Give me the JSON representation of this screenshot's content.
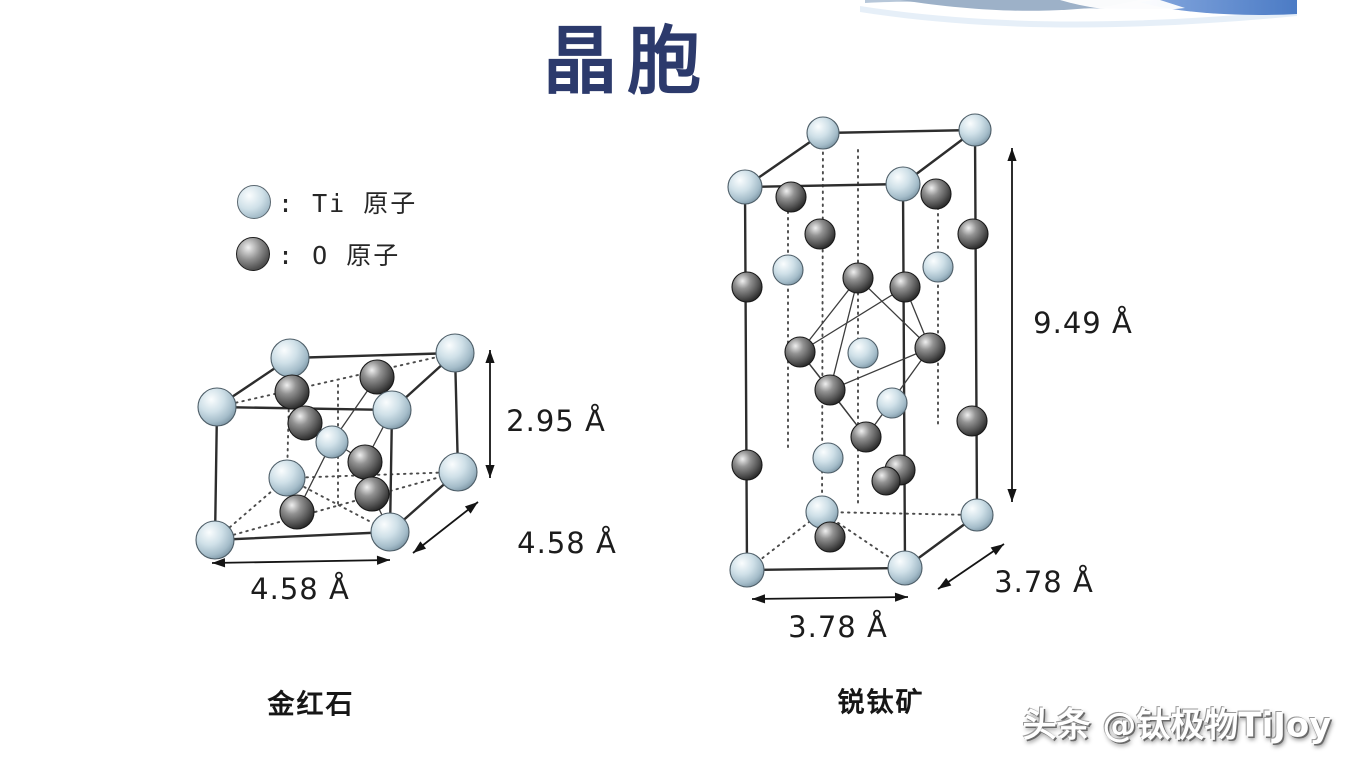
{
  "title": {
    "text": "晶胞",
    "color": "#2c3a6c"
  },
  "legend": {
    "items": [
      {
        "id": "ti",
        "icon": "ti-atom-sphere-icon",
        "label": ": Ti 原子",
        "sphere_color": "#bed2dc"
      },
      {
        "id": "o",
        "icon": "o-atom-sphere-icon",
        "label": ": O 原子",
        "sphere_color": "#4f4f4f"
      }
    ]
  },
  "structures": [
    {
      "id": "rutile",
      "label": "金红石",
      "dimensions": {
        "height_label": "2.95 Å",
        "height_value": 2.95,
        "width_label": "4.58 Å",
        "width_value": 4.58,
        "depth_label": "4.58 Å",
        "depth_value": 4.58,
        "unit": "Å"
      }
    },
    {
      "id": "anatase",
      "label": "锐钛矿",
      "dimensions": {
        "height_label": "9.49 Å",
        "height_value": 9.49,
        "width_label": "3.78 Å",
        "width_value": 3.78,
        "depth_label": "3.78 Å",
        "depth_value": 3.78,
        "unit": "Å"
      }
    }
  ],
  "watermark": {
    "text": "头条 @钛极物TiJoy"
  },
  "colors": {
    "title": "#2c3a6c",
    "ti_sphere": "#bed2dc",
    "o_sphere": "#4f4f4f",
    "line": "#2d2d2d",
    "swoosh_blue": "#5b87cf",
    "background": "#ffffff"
  }
}
